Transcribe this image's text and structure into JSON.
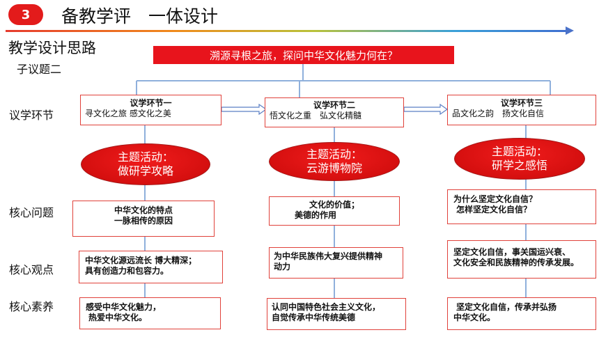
{
  "header": {
    "badge": "3",
    "title": "备教学评　一体设计"
  },
  "heading": "教学设计思路",
  "subheading": "子议题二",
  "theme": "溯源寻根之旅，探问中华文化魅力何在？",
  "row_labels": {
    "stage": "议学环节",
    "question": "核心问题",
    "viewpoint": "核心观点",
    "literacy": "核心素养"
  },
  "columns": [
    {
      "stage_title": "议学环节一",
      "stage_sub": "寻文化之旅 感文化之美",
      "activity_line1": "主题活动：",
      "activity_line2": "做研学攻略",
      "question_line1": "中华文化的特点",
      "question_line2": "一脉相传的原因",
      "viewpoint_line1": "中华文化源远流长 博大精深；",
      "viewpoint_line2": "具有创造力和包容力。",
      "literacy_line1": "感受中华文化魅力，",
      "literacy_line2": "热爱中华文化。"
    },
    {
      "stage_title": "议学环节二",
      "stage_sub": "悟文化之重　弘文化精髓",
      "activity_line1": "主题活动：",
      "activity_line2": "云游博物院",
      "question_line1": "文化的价值；",
      "question_line2": "美德的作用",
      "viewpoint_line1": "为中华民族伟大复兴提供精神",
      "viewpoint_line2": "动力",
      "literacy_line1": "认同中国特色社会主义文化，",
      "literacy_line2": "自觉传承中华传统美德"
    },
    {
      "stage_title": "议学环节三",
      "stage_sub": "品文化之韵　扬文化自信",
      "activity_line1": "主题活动：",
      "activity_line2": "研学之感悟",
      "question_line1": "为什么坚定文化自信？",
      "question_line2": "怎样坚定文化自信？",
      "viewpoint_line1": "坚定文化自信，事关国运兴衰、",
      "viewpoint_line2": "文化安全和民族精神的传承发展。",
      "literacy_line1": "坚定文化自信，传承并弘扬",
      "literacy_line2": "中华文化。"
    }
  ],
  "colors": {
    "accent_red": "#e8141c",
    "box_border": "#e0413a",
    "connector": "#8fb0dc",
    "badge": "#e31b1b"
  }
}
